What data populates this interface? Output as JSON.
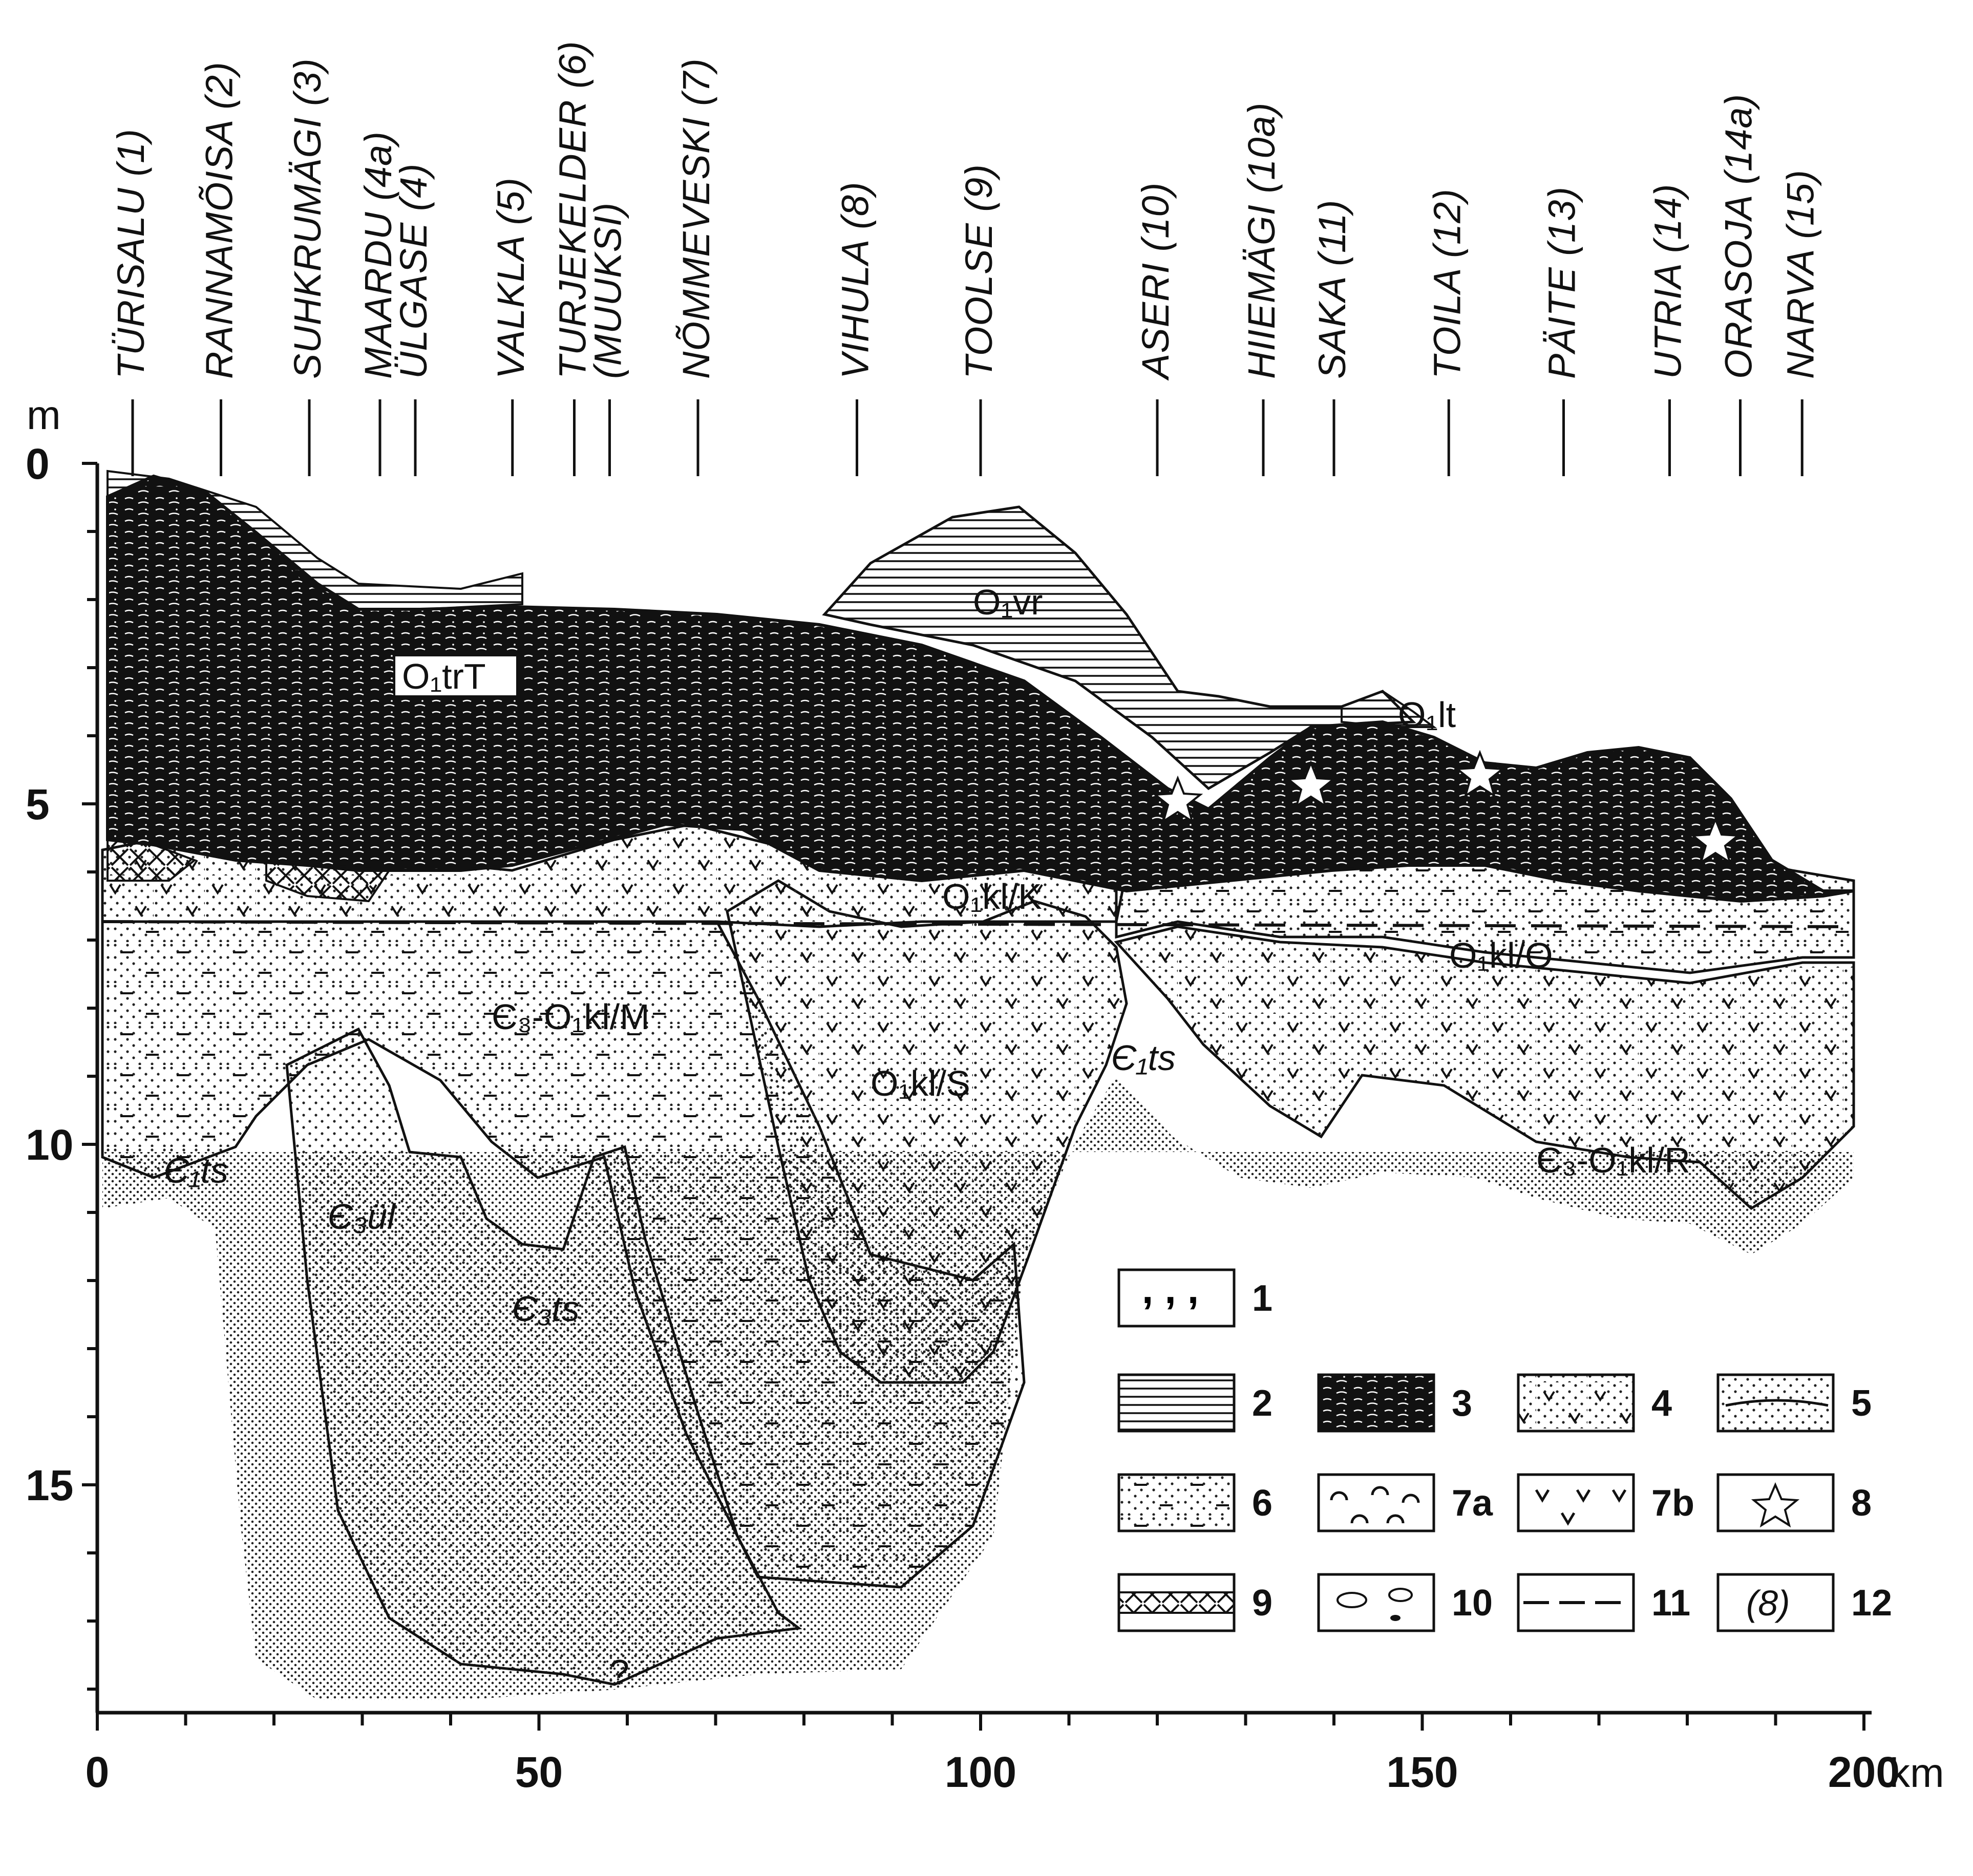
{
  "diagram": {
    "y_axis_unit": "m",
    "y_ticks": [
      "0",
      "5",
      "10",
      "15"
    ],
    "x_ticks": [
      "0",
      "50",
      "100",
      "150",
      "200"
    ],
    "x_axis_unit": "km",
    "locations": [
      {
        "name": "TÜRISALU (1)",
        "km": 4
      },
      {
        "name": "RANNAMÕISA (2)",
        "km": 14
      },
      {
        "name": "SUHKRUMÄGI (3)",
        "km": 24
      },
      {
        "name": "MAARDU (4a)",
        "km": 32
      },
      {
        "name": "ÜLGASE (4)",
        "km": 36
      },
      {
        "name": "VALKLA (5)",
        "km": 47
      },
      {
        "name": "TURJEKELDER (6)",
        "km": 54
      },
      {
        "name": "(MUUKSI)",
        "km": 58
      },
      {
        "name": "NÕMMEVESKI (7)",
        "km": 68
      },
      {
        "name": "VIHULA (8)",
        "km": 86
      },
      {
        "name": "TOOLSE (9)",
        "km": 100
      },
      {
        "name": "ASERI (10)",
        "km": 120
      },
      {
        "name": "HIIEMÄGI (10a)",
        "km": 132
      },
      {
        "name": "SAKA (11)",
        "km": 140
      },
      {
        "name": "TOILA (12)",
        "km": 153
      },
      {
        "name": "PÄITE (13)",
        "km": 166
      },
      {
        "name": "UTRIA (14)",
        "km": 178
      },
      {
        "name": "ORASOJA (14a)",
        "km": 186
      },
      {
        "name": "NARVA (15)",
        "km": 193
      }
    ],
    "unit_labels": {
      "trT": "O₁trT",
      "vr": "O₁vr",
      "lt": "O₁lt",
      "klK": "O₁kl/K",
      "klO": "O₁kl/O",
      "klM": "Є₃-O₁kl/M",
      "klS": "O₁kl/S",
      "klR": "Є₃-O₁kl/R",
      "ts1a": "Є₁ts",
      "ts1b": "Є₁ts",
      "ul": "Є₃ül",
      "ts3": "Є₃ts",
      "question": "?"
    },
    "legend": [
      {
        "id": "1",
        "label": "1"
      },
      {
        "id": "2",
        "label": "2"
      },
      {
        "id": "3",
        "label": "3"
      },
      {
        "id": "4",
        "label": "4"
      },
      {
        "id": "5",
        "label": "5"
      },
      {
        "id": "6",
        "label": "6"
      },
      {
        "id": "7a",
        "label": "7a"
      },
      {
        "id": "7b",
        "label": "7b"
      },
      {
        "id": "8",
        "label": "8"
      },
      {
        "id": "9",
        "label": "9"
      },
      {
        "id": "10",
        "label": "10"
      },
      {
        "id": "11",
        "label": "11"
      },
      {
        "id": "12",
        "label": "12",
        "sample": "(8)"
      }
    ]
  }
}
